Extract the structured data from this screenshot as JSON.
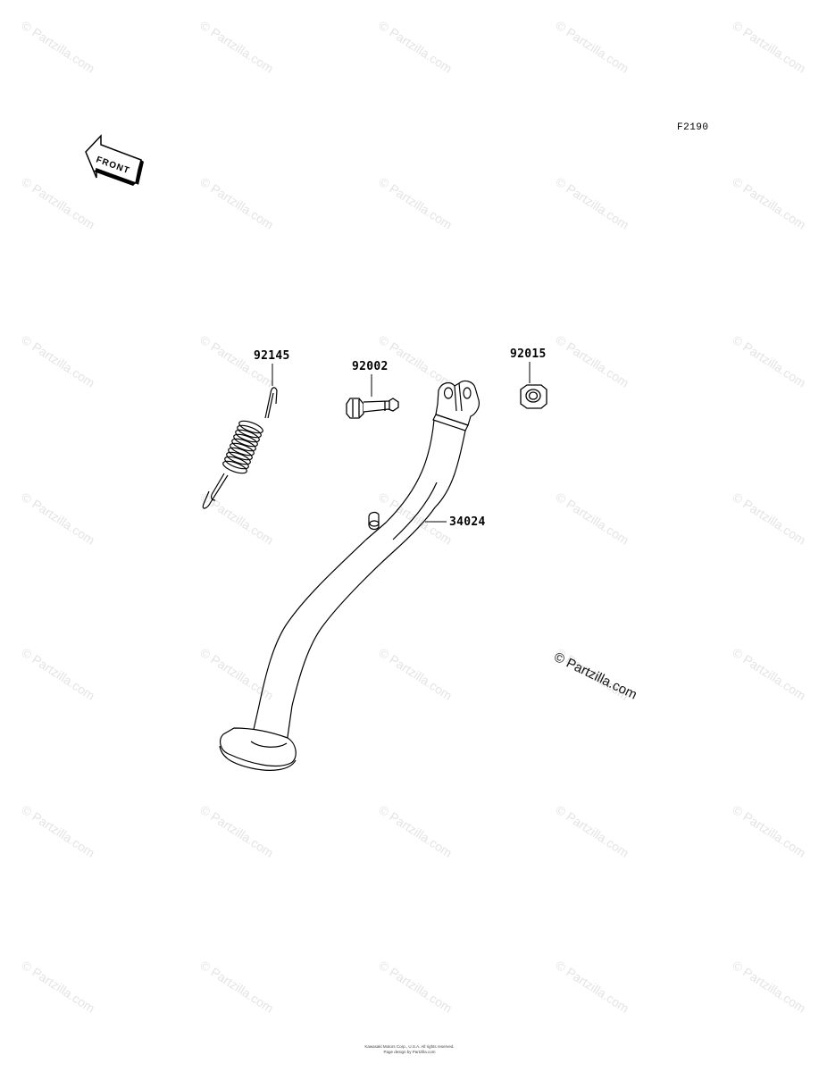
{
  "figure_code": "F2190",
  "front_arrow_label": "FRONT",
  "watermark_text": "© Partzilla.com",
  "copyright_stamp": "© Partzilla.com",
  "parts": [
    {
      "number": "92145",
      "description": "spring"
    },
    {
      "number": "92002",
      "description": "bolt"
    },
    {
      "number": "92015",
      "description": "nut"
    },
    {
      "number": "34024",
      "description": "side stand"
    }
  ],
  "labels": {
    "spring": "92145",
    "bolt": "92002",
    "nut": "92015",
    "stand": "34024"
  },
  "footer": {
    "line1": "Kawasaki Motors Corp., U.S.A. All rights reserved.",
    "line2": "Page design by Partzilla.com"
  }
}
